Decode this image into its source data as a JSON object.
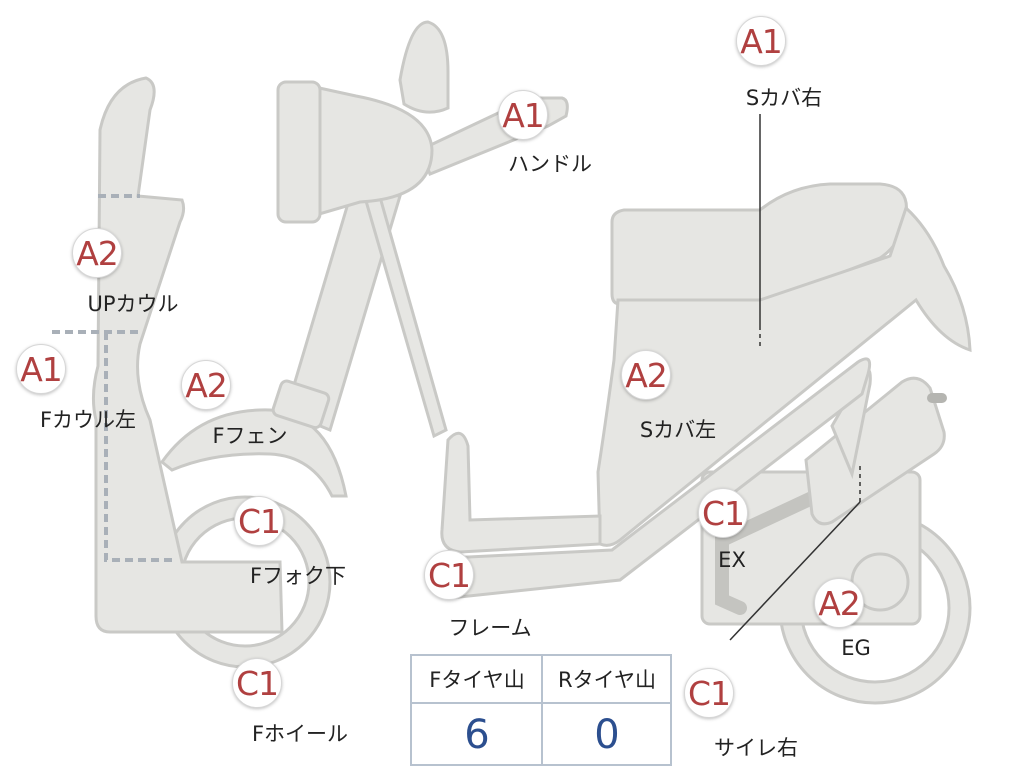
{
  "parts": [
    {
      "id": "s-cover-right",
      "grade": "A1",
      "name": "Sカバ右"
    },
    {
      "id": "handle",
      "grade": "A1",
      "name": "ハンドル"
    },
    {
      "id": "up-cowl",
      "grade": "A2",
      "name": "UPカウル"
    },
    {
      "id": "f-cowl-left",
      "grade": "A1",
      "name": "Fカウル左"
    },
    {
      "id": "f-fender",
      "grade": "A2",
      "name": "Fフェン"
    },
    {
      "id": "s-cover-left",
      "grade": "A2",
      "name": "Sカバ左"
    },
    {
      "id": "f-fork-lower",
      "grade": "C1",
      "name": "Fフォク下"
    },
    {
      "id": "ex",
      "grade": "C1",
      "name": "EX"
    },
    {
      "id": "frame",
      "grade": "C1",
      "name": "フレーム"
    },
    {
      "id": "eg",
      "grade": "A2",
      "name": "EG"
    },
    {
      "id": "f-wheel",
      "grade": "C1",
      "name": "Fホイール"
    },
    {
      "id": "silencer-right",
      "grade": "C1",
      "name": "サイレ右"
    }
  ],
  "tires": {
    "front_label": "Fタイヤ山",
    "rear_label": "Rタイヤ山",
    "front_value": "6",
    "rear_value": "0"
  },
  "colors": {
    "grade": "#b04040",
    "tire_value": "#2c4f8f",
    "body": "#e6e6e3"
  }
}
